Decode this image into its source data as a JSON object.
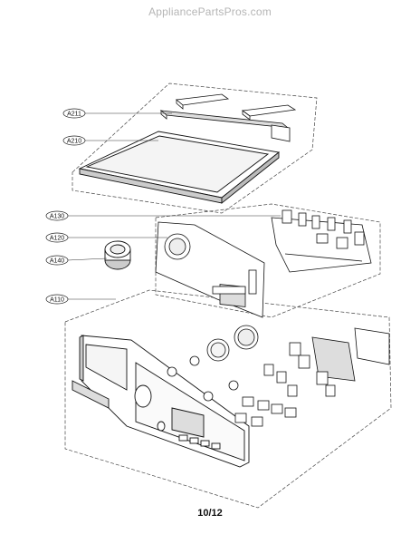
{
  "watermark": "AppliancePartsPros.com",
  "page_number": "10/12",
  "callouts": [
    {
      "label": "A211"
    },
    {
      "label": "A210"
    },
    {
      "label": "A130"
    },
    {
      "label": "A120"
    },
    {
      "label": "A140"
    },
    {
      "label": "A110"
    }
  ]
}
